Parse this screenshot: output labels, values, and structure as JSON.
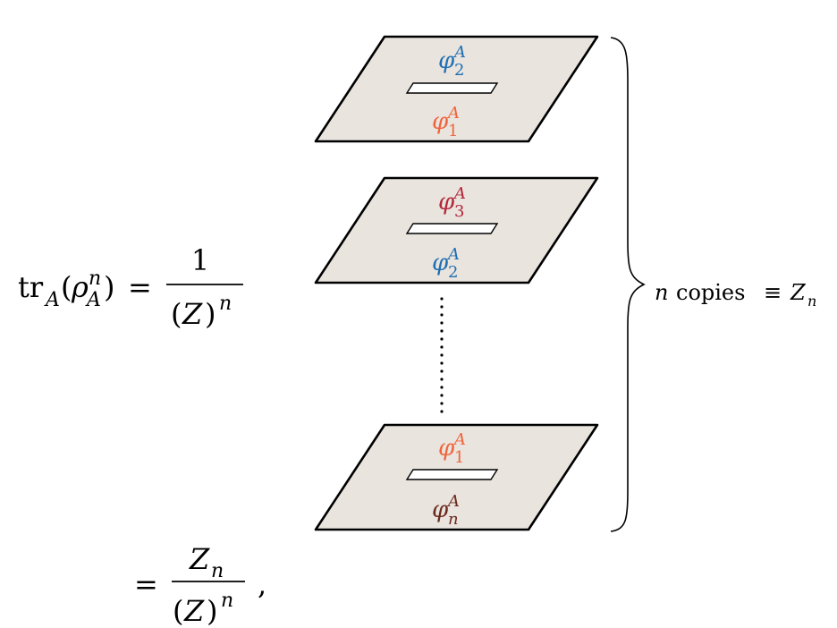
{
  "equation": {
    "lhs": {
      "tr": "tr",
      "tr_sub": "A",
      "open": "(",
      "rho": "ρ",
      "rho_sup": "n",
      "rho_sub": "A",
      "close": ")"
    },
    "equals": "=",
    "numerator": "1",
    "denominator": {
      "open": "(",
      "z": "Z",
      "close": ")",
      "sup": "n"
    },
    "second_equals": "=",
    "second_numerator": {
      "z": "Z",
      "sub": "n"
    },
    "second_denominator": {
      "open": "(",
      "z": "Z",
      "close": ")",
      "sup": "n"
    },
    "trailing_comma": ","
  },
  "sheets": [
    {
      "top": {
        "base": "φ",
        "sup": "A",
        "sub": "2",
        "color": "#1f6fb2"
      },
      "bottom": {
        "base": "φ",
        "sup": "A",
        "sub": "1",
        "color": "#f0643c"
      }
    },
    {
      "top": {
        "base": "φ",
        "sup": "A",
        "sub": "3",
        "color": "#b3263a"
      },
      "bottom": {
        "base": "φ",
        "sup": "A",
        "sub": "2",
        "color": "#1f6fb2"
      }
    },
    {
      "top": {
        "base": "φ",
        "sup": "A",
        "sub": "1",
        "color": "#f0643c"
      },
      "bottom": {
        "base": "φ",
        "sup": "A",
        "sub": "n",
        "color": "#6b2a1e"
      }
    }
  ],
  "brace_label": {
    "n": "n",
    "copies": "copies",
    "equiv": "≡",
    "z": "Z",
    "z_sub": "n"
  },
  "colors": {
    "sheet_fill": "#e9e4de",
    "sheet_stroke": "#000000",
    "cut_fill": "#ffffff"
  }
}
